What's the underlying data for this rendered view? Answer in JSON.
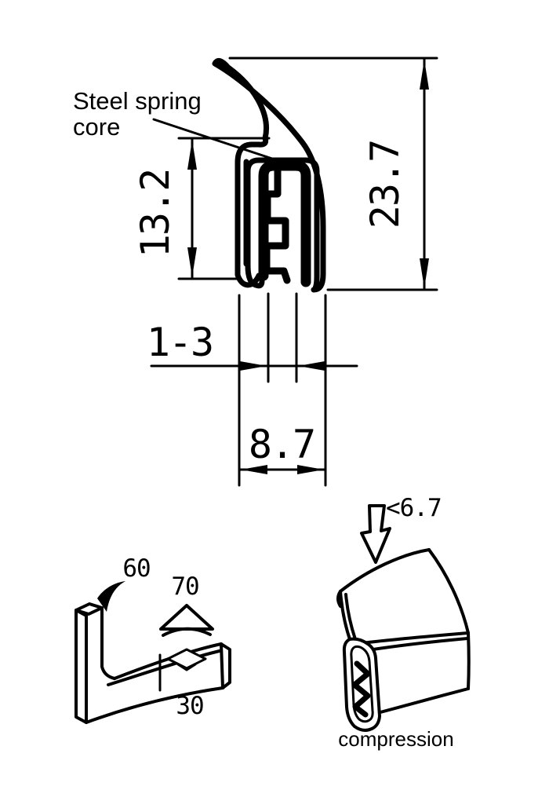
{
  "diagram": {
    "kind": "rubber-edge-trim-seal-technical-drawing",
    "colors": {
      "ink": "#000000",
      "paper": "#ffffff"
    },
    "annotation": {
      "steel_spring_core_line1": "Steel spring",
      "steel_spring_core_line2": "core",
      "compression_label": "compression"
    },
    "dimensions": {
      "overall_height": "23.7",
      "core_section_height": "13.2",
      "grip_range": "1-3",
      "overall_width": "8.7",
      "compressed_height": "<6.7",
      "bend_value_edge": "60",
      "bend_value_convex": "70",
      "bend_value_concave": "30"
    }
  }
}
